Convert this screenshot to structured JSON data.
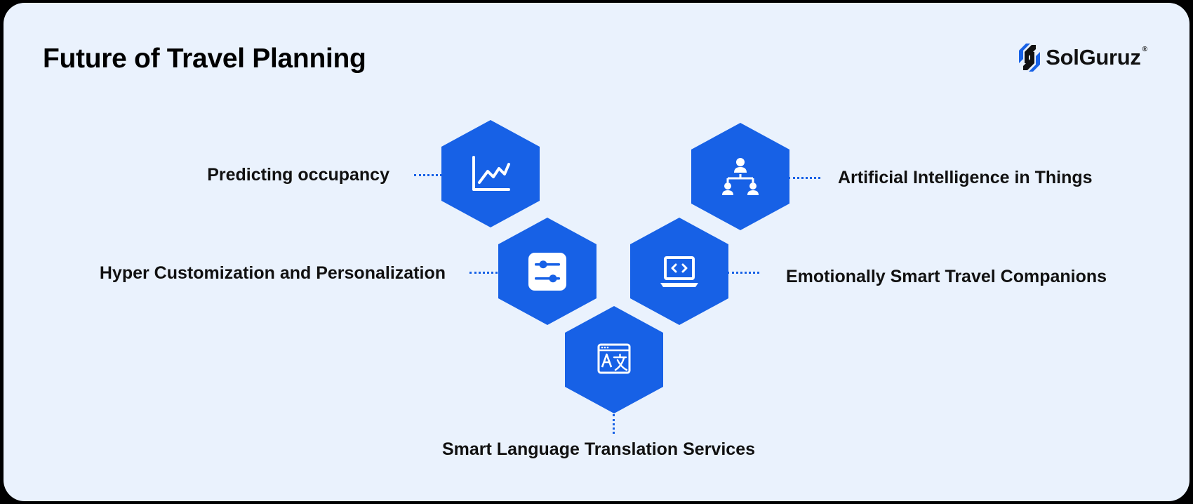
{
  "title": "Future of Travel Planning",
  "brand": {
    "name": "SolGuruz",
    "registered": "®"
  },
  "colors": {
    "background": "#eaf2fd",
    "hexagon": "#1761e6",
    "connector": "#1761e6",
    "text": "#111111"
  },
  "items": [
    {
      "label": "Predicting occupancy",
      "icon": "line-chart-icon"
    },
    {
      "label": "Artificial Intelligence in Things",
      "icon": "hierarchy-icon"
    },
    {
      "label": "Hyper Customization and Personalization",
      "icon": "sliders-icon"
    },
    {
      "label": "Emotionally Smart Travel Companions",
      "icon": "laptop-code-icon"
    },
    {
      "label": "Smart Language Translation Services",
      "icon": "translate-icon"
    }
  ]
}
